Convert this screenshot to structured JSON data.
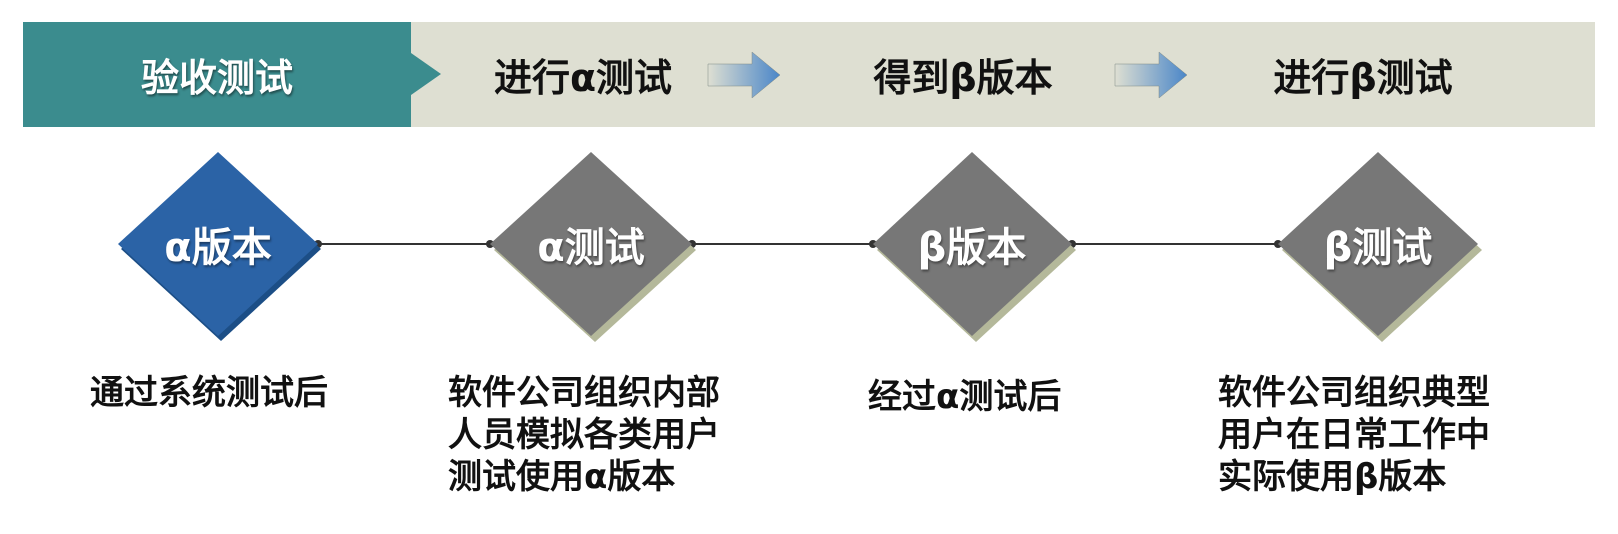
{
  "header": {
    "title": "验收测试",
    "steps": [
      "进行α测试",
      "得到β版本",
      "进行β测试"
    ]
  },
  "diagram": {
    "nodes": [
      {
        "label": "α版本",
        "description": "通过系统测试后"
      },
      {
        "label": "α测试",
        "description": "软件公司组织内部\n人员模拟各类用户\n测试使用α版本"
      },
      {
        "label": "β版本",
        "description": "经过α测试后"
      },
      {
        "label": "β测试",
        "description": "软件公司组织典型\n用户在日常工作中\n实际使用β版本"
      }
    ]
  },
  "colors": {
    "header_band": "#dedfd2",
    "header_title": "#3b8c8e",
    "node_active": "#2b63a6",
    "node_inactive": "#777777",
    "node_base": "#b4b89a",
    "arrow": "#4a86c8"
  }
}
